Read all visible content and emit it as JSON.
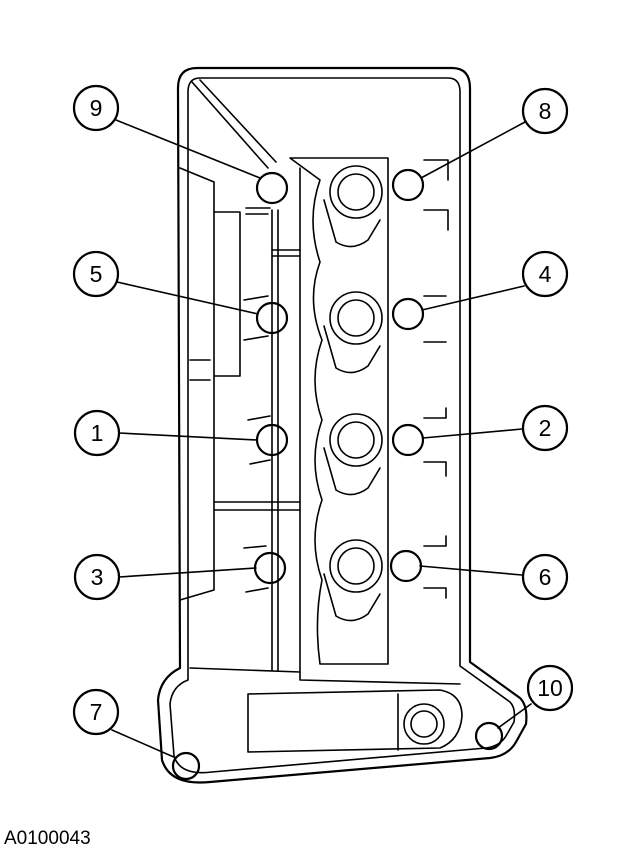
{
  "figure": {
    "id": "A0100043"
  },
  "callouts": [
    "9",
    "8",
    "5",
    "4",
    "1",
    "2",
    "3",
    "6",
    "7",
    "10"
  ]
}
